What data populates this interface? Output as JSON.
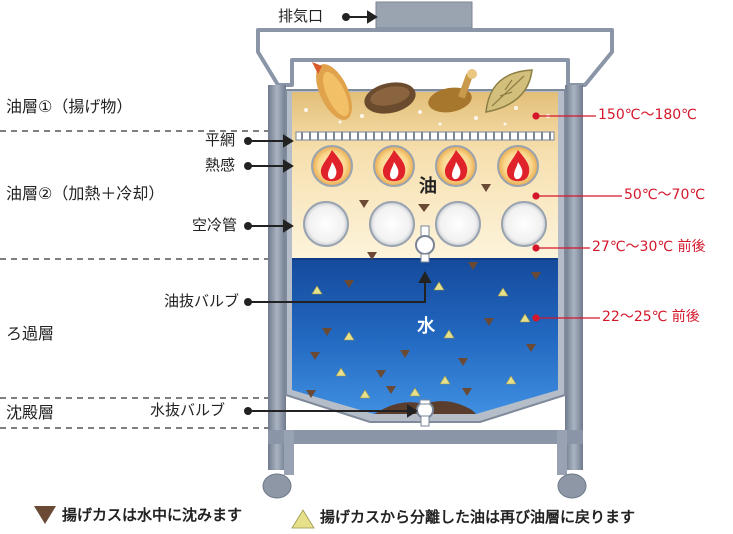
{
  "labels": {
    "exhaust": "排気口",
    "oil_layer_1": "油層①（揚げ物）",
    "flat_net": "平網",
    "heat_sensor": "熱感",
    "oil_layer_2": "油層②（加熱＋冷却）",
    "air_cooling_pipe": "空冷管",
    "oil_valve": "油抜バルブ",
    "filter_layer": "ろ過層",
    "sediment_layer": "沈殿層",
    "water_valve": "水抜バルブ",
    "oil": "油",
    "water": "水"
  },
  "temperatures": {
    "t1": "150℃～180℃",
    "t2": "50℃～70℃",
    "t3": "27℃～30℃ 前後",
    "t4": "22～25℃ 前後"
  },
  "legend": {
    "sink": "揚げカスは水中に沈みます",
    "rise": "揚げカスから分離した油は再び油層に戻ります"
  },
  "colors": {
    "frame": "#8a96a8",
    "oil_top": "#e9c98a",
    "oil_bottom": "#fbf0d2",
    "water_top": "#1a54a8",
    "water_bottom": "#3d8ce0",
    "temperature": "#d4172a",
    "sink_marker": "#6b4a35",
    "rise_marker": "#e6e08a"
  }
}
